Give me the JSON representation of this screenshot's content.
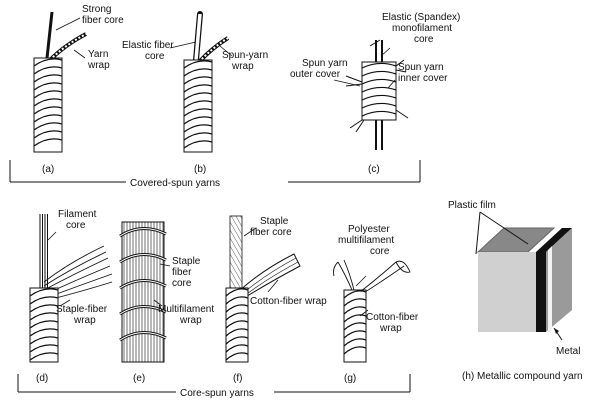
{
  "figure": {
    "panels": {
      "a": {
        "letter": "(a)",
        "labels": [
          "Strong\nfiber core",
          "Yarn\nwrap"
        ]
      },
      "b": {
        "letter": "(b)",
        "labels": [
          "Elastic fiber\ncore",
          "Spun-yarn\nwrap"
        ]
      },
      "c": {
        "letter": "(c)",
        "labels": [
          "Elastic (Spandex)\nmonofilament\ncore",
          "Spun yarn\nouter cover",
          "Spun yarn\ninner cover"
        ]
      },
      "d": {
        "letter": "(d)",
        "labels": [
          "Filament\ncore",
          "Staple-fiber\nwrap"
        ]
      },
      "e": {
        "letter": "(e)",
        "labels": [
          "Staple\nfiber\ncore",
          "Multifilament\nwrap"
        ]
      },
      "f": {
        "letter": "(f)",
        "labels": [
          "Staple\nfiber core",
          "Cotton-fiber wrap"
        ]
      },
      "g": {
        "letter": "(g)",
        "labels": [
          "Polyester\nmultifilament\ncore",
          "Cotton-fiber\nwrap"
        ]
      },
      "h": {
        "letter": "(h) Metallic compound yarn",
        "labels": [
          "Plastic film",
          "Metal"
        ]
      }
    },
    "groups": {
      "covered": "Covered-spun yarns",
      "core": "Core-spun yarns"
    }
  }
}
